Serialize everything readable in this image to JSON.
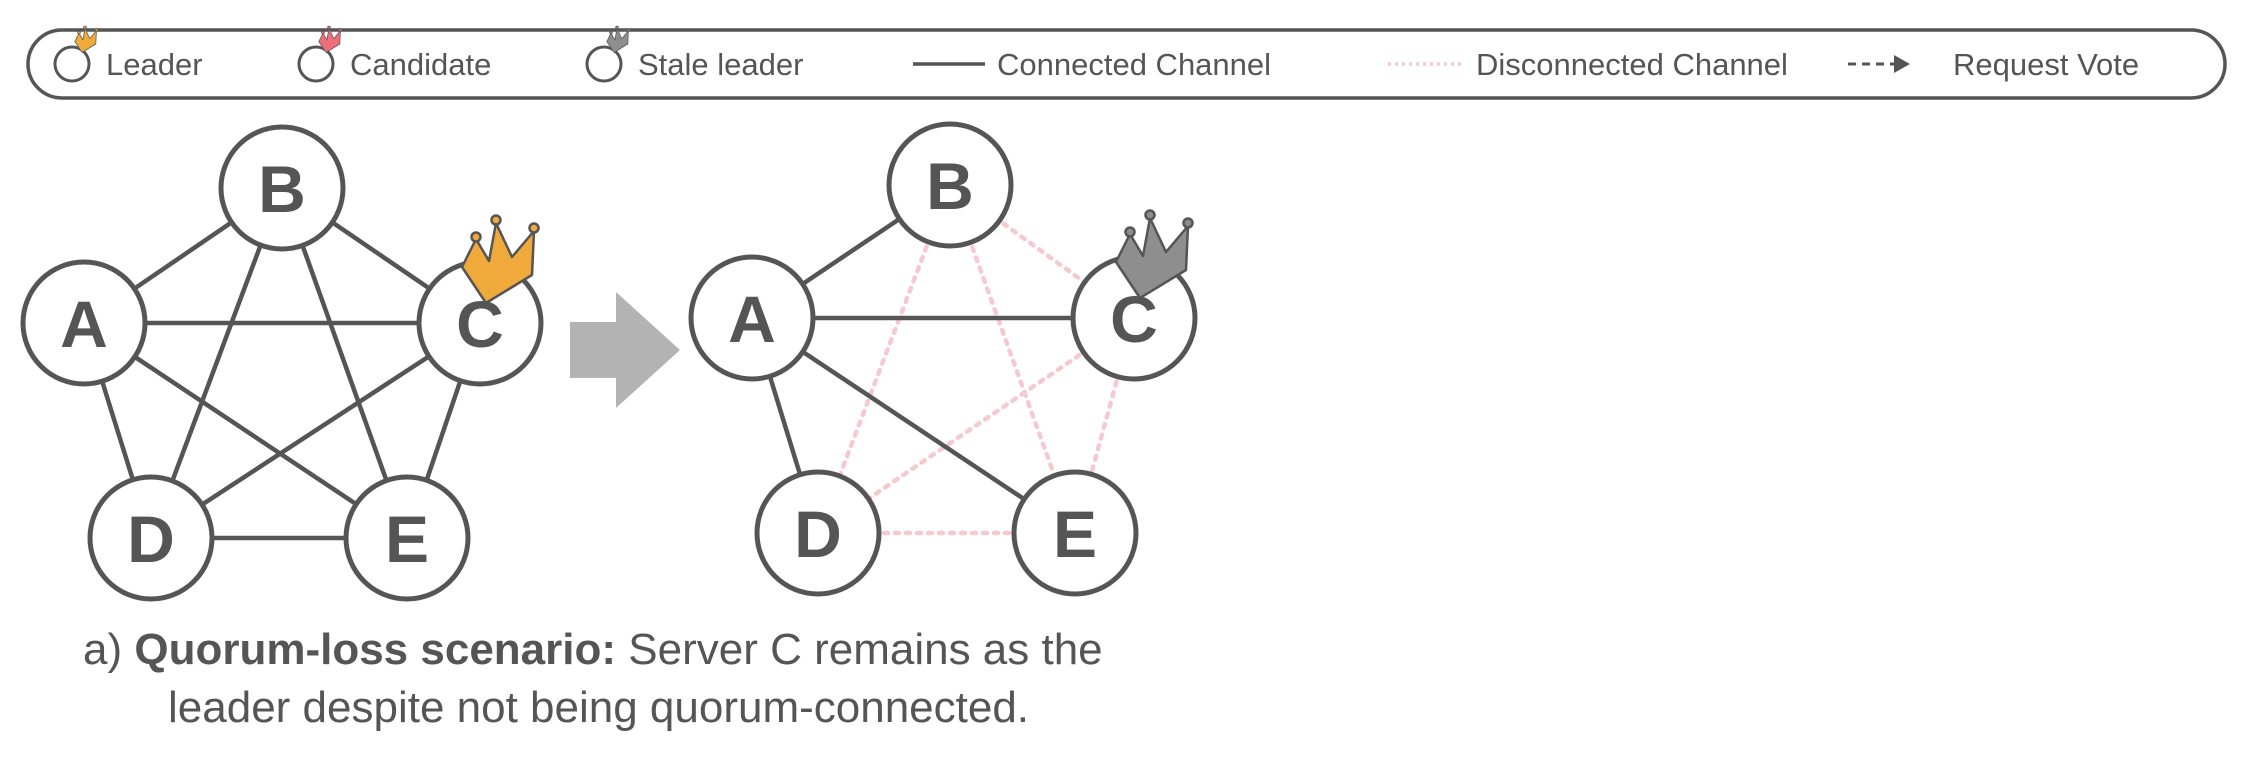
{
  "legend": {
    "items": [
      {
        "kind": "leader",
        "label": "Leader",
        "color": "#F0AA3C"
      },
      {
        "kind": "candidate",
        "label": "Candidate",
        "color": "#EE6E7A"
      },
      {
        "kind": "stale",
        "label": "Stale leader",
        "color": "#8E8E8E"
      },
      {
        "kind": "connected",
        "label": "Connected Channel",
        "color": "#555555"
      },
      {
        "kind": "disconnected",
        "label": "Disconnected Channel",
        "color": "#F6C9CF"
      },
      {
        "kind": "vote",
        "label": "Request Vote",
        "color": "#555555"
      }
    ]
  },
  "left_graph": {
    "nodes": [
      "A",
      "B",
      "C",
      "D",
      "E"
    ],
    "connected_edges": [
      [
        "A",
        "B"
      ],
      [
        "A",
        "C"
      ],
      [
        "A",
        "D"
      ],
      [
        "A",
        "E"
      ],
      [
        "B",
        "C"
      ],
      [
        "B",
        "D"
      ],
      [
        "B",
        "E"
      ],
      [
        "C",
        "D"
      ],
      [
        "C",
        "E"
      ],
      [
        "D",
        "E"
      ]
    ],
    "disconnected_edges": [],
    "crown": {
      "node": "C",
      "role": "leader"
    }
  },
  "arrow": {
    "color": "#B3B3B3"
  },
  "right_graph": {
    "nodes": [
      "A",
      "B",
      "C",
      "D",
      "E"
    ],
    "connected_edges": [
      [
        "A",
        "B"
      ],
      [
        "A",
        "C"
      ],
      [
        "A",
        "D"
      ],
      [
        "A",
        "E"
      ]
    ],
    "disconnected_edges": [
      [
        "B",
        "C"
      ],
      [
        "B",
        "D"
      ],
      [
        "B",
        "E"
      ],
      [
        "C",
        "D"
      ],
      [
        "C",
        "E"
      ],
      [
        "D",
        "E"
      ]
    ],
    "crown": {
      "node": "C",
      "role": "stale"
    }
  },
  "caption": {
    "prefix": "a) ",
    "bold": "Quorum-loss scenario:",
    "rest": " Server C remains as the",
    "line2": "leader despite not being quorum-connected."
  }
}
